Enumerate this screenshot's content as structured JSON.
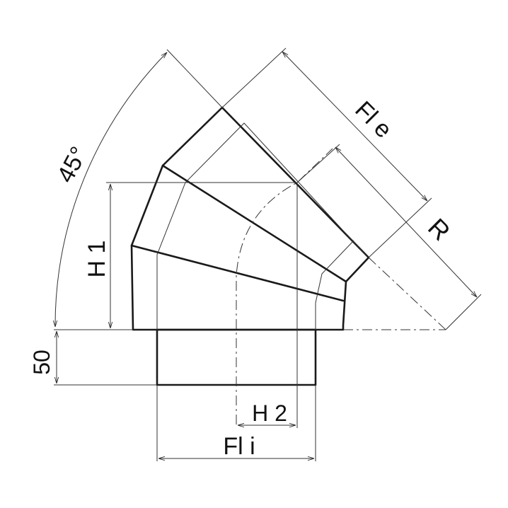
{
  "labels": {
    "angle": "45°",
    "outer_diameter": "Fl e",
    "radius": "R",
    "height_1": "H 1",
    "collar_height": "50",
    "offset_2": "H 2",
    "inner_diameter": "Fl i"
  },
  "colors": {
    "line": "#1a1a1a",
    "background": "#ffffff"
  }
}
